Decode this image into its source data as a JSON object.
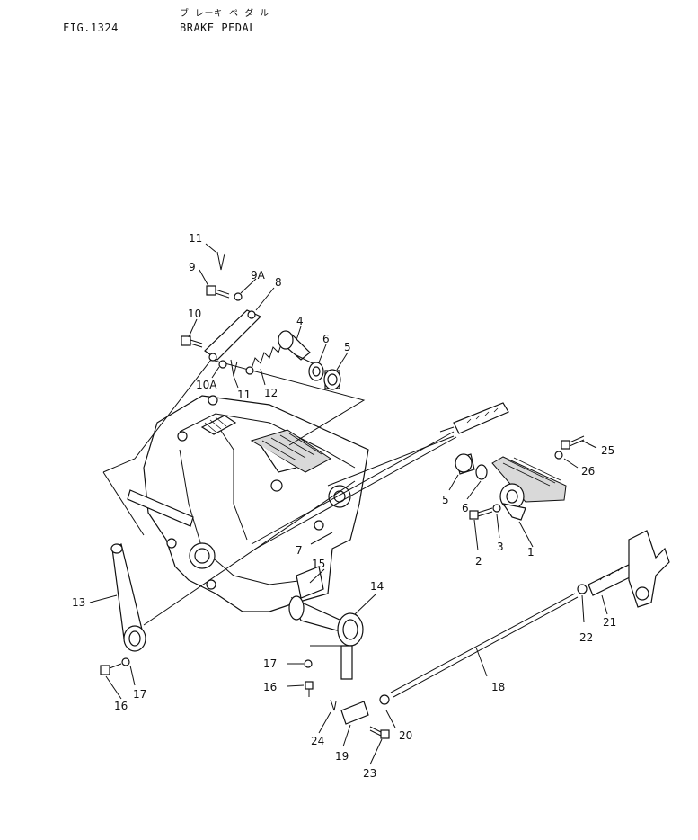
{
  "header": {
    "figure_number": "FIG.1324",
    "title_japanese": "ブ レーキ ペ ダ ル",
    "title_english": "BRAKE PEDAL"
  },
  "callouts": [
    "1",
    "2",
    "3",
    "4",
    "5",
    "5",
    "6",
    "6",
    "7",
    "8",
    "9",
    "9A",
    "10",
    "10A",
    "11",
    "11",
    "12",
    "13",
    "14",
    "15",
    "16",
    "16",
    "17",
    "17",
    "18",
    "19",
    "20",
    "21",
    "22",
    "23",
    "24",
    "25",
    "26"
  ]
}
